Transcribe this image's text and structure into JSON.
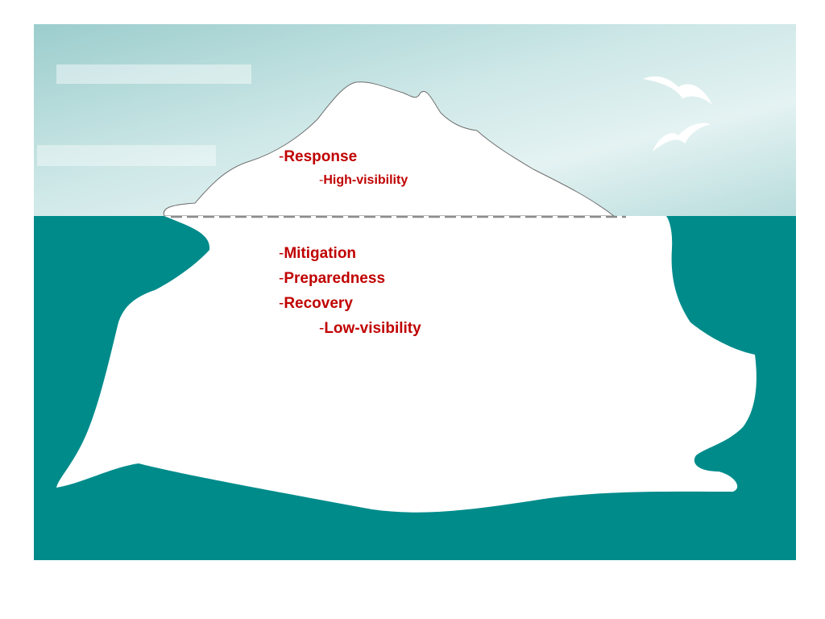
{
  "colors": {
    "sky_top": "#a8d4d4",
    "sky_bottom": "#d8ecec",
    "water": "#008b8b",
    "iceberg": "#ffffff",
    "waterline": "#8c8c8c",
    "text": "#c00000"
  },
  "above_water": {
    "item": {
      "dash": "-",
      "label": "Response"
    },
    "note": {
      "dash": "-",
      "label": "High-visibility"
    }
  },
  "below_water": {
    "items": [
      {
        "dash": "-",
        "label": "Mitigation"
      },
      {
        "dash": "-",
        "label": "Preparedness"
      },
      {
        "dash": "-",
        "label": "Recovery"
      }
    ],
    "note": {
      "dash": "-",
      "label": "Low-visibility"
    }
  },
  "icons": [
    "seagull-icon",
    "seagull-icon"
  ]
}
